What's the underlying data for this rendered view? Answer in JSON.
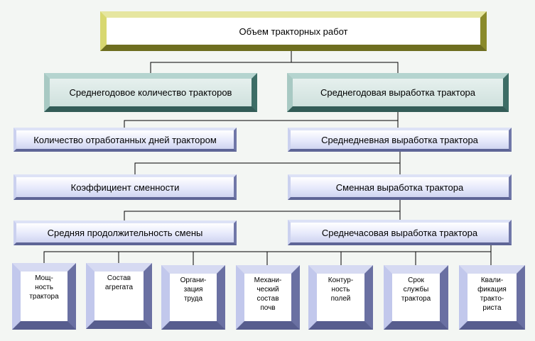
{
  "diagram": {
    "root": "Объем тракторных работ",
    "level1": [
      "Среднегодовое количество тракторов",
      "Среднегодовая выработка трактора"
    ],
    "level2": [
      "Количество отработанных дней трактором",
      "Среднедневная выработка трактора"
    ],
    "level3": [
      "Коэффициент сменности",
      "Сменная выработка трактора"
    ],
    "level4": [
      "Средняя продолжительность смены",
      "Среднечасовая выработка трактора"
    ],
    "factors": [
      "Мощ-\nность\nтрактора",
      "Состав\nагрегата",
      "Органи-\nзация\nтруда",
      "Механи-\nческий\nсостав\nпочв",
      "Контур-\nность\nполей",
      "Срок\nслужбы\nтрактора",
      "Квали-\nфикация\nтракто-\nриста"
    ]
  }
}
